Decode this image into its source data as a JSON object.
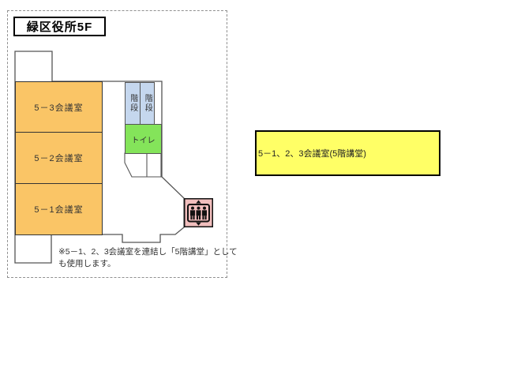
{
  "title": "緑区役所5F",
  "floor_plan": {
    "rooms": [
      {
        "id": "room-5-3",
        "label": "5－3会議室"
      },
      {
        "id": "room-5-2",
        "label": "5－2会議室"
      },
      {
        "id": "room-5-1",
        "label": "5－1会議室"
      }
    ],
    "stairs": {
      "left_label": "階段",
      "right_label": "階段"
    },
    "toilet_label": "トイレ",
    "icons": {
      "elevator": "elevator-people-up-down-icon"
    }
  },
  "legend": {
    "label": "5－1、2、3会議室(5階講堂)"
  },
  "note": {
    "line1": "※5－1、2、3会議室を連結し「5階講堂」として",
    "line2": "も使用します。"
  },
  "colors": {
    "room_orange": "#FAC566",
    "stairs_blue": "#C5D7EE",
    "toilet_green": "#84E45A",
    "elevator_pink": "#F1BEBD",
    "legend_yellow": "#FFFF66",
    "outline_gray": "#555555"
  }
}
